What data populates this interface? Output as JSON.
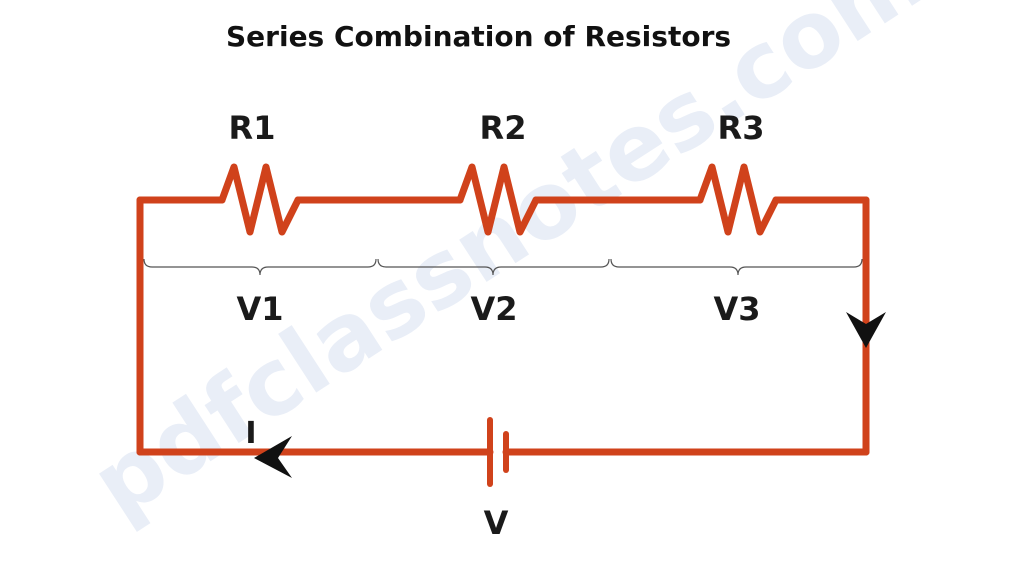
{
  "title": "Series Combination of Resistors",
  "watermark": "pdfclassnotes.com",
  "labels": {
    "r1": "R1",
    "r2": "R2",
    "r3": "R3",
    "v1": "V1",
    "v2": "V2",
    "v3": "V3",
    "current": "I",
    "voltage": "V"
  },
  "colors": {
    "wire": "#d0421b",
    "text": "#1a1a1a",
    "brace": "#555555",
    "arrow": "#111111",
    "watermark": "#e9eef7"
  }
}
